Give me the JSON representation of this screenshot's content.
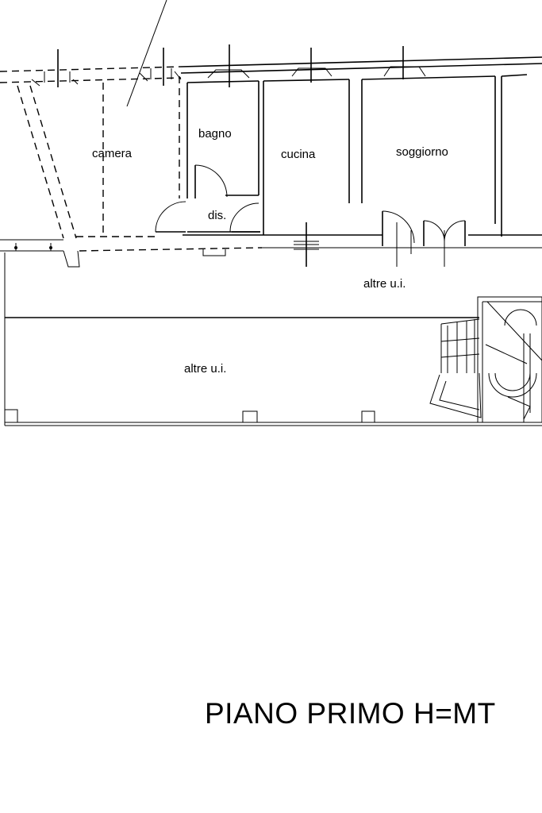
{
  "rooms": {
    "camera": "camera",
    "bagno": "bagno",
    "cucina": "cucina",
    "soggiorno": "soggiorno",
    "dis": "dis.",
    "altre_1": "altre u.i.",
    "altre_2": "altre u.i."
  },
  "title": "PIANO  PRIMO  H=MT"
}
